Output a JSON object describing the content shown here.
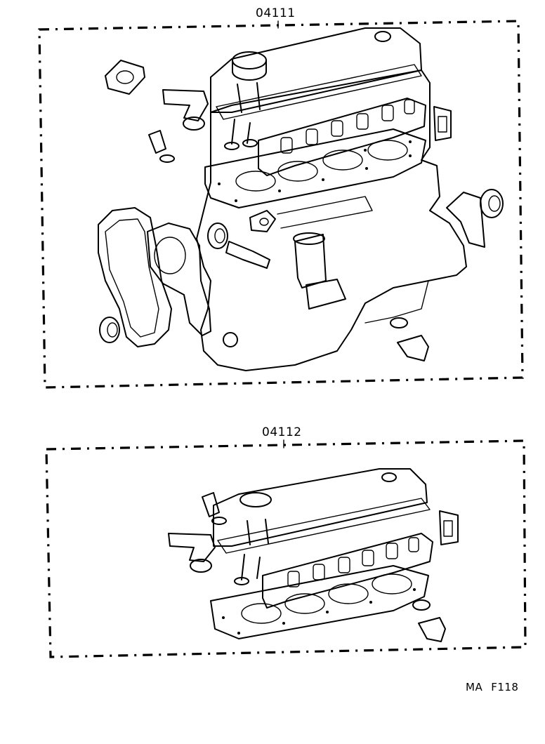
{
  "diagram": {
    "kits": [
      {
        "part_number": "04111"
      },
      {
        "part_number": "04112"
      }
    ],
    "figure_code": {
      "prefix": "MA",
      "code": "F118"
    }
  }
}
